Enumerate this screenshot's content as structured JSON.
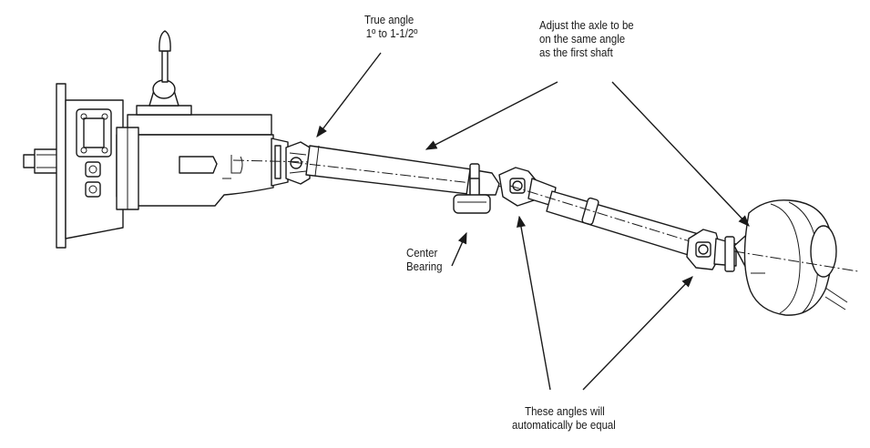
{
  "diagram": {
    "title": "Drive shaft universal joint angles",
    "labels": {
      "true_angle": [
        "True angle",
        "1º to 1-1/2º"
      ],
      "adjust_axle": [
        "Adjust the axle to be",
        "on the same angle",
        "as the first shaft"
      ],
      "center_bearing": [
        "Center",
        "Bearing"
      ],
      "angles_equal": [
        "These angles will",
        "automatically be equal"
      ]
    }
  }
}
